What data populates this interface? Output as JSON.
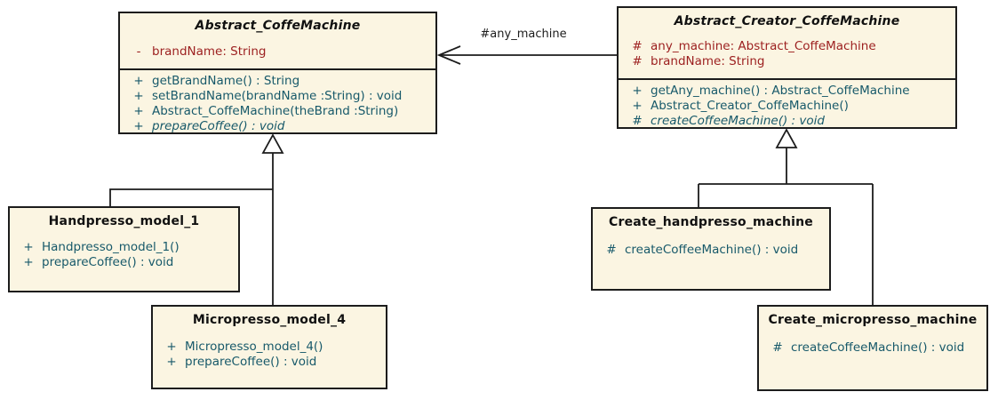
{
  "diagram": {
    "type": "uml-class-diagram",
    "colors": {
      "class_fill": "#FBF5E2",
      "class_border": "#1C1C1C",
      "attribute_text": "#9C1F1F",
      "method_text": "#17596A",
      "title_text": "#111111",
      "connector": "#1C1C1C"
    }
  },
  "classes": [
    {
      "name": "Abstract_CoffeMachine",
      "abstract": true,
      "attributes": [
        {
          "vis": "-",
          "text": "brandName: String"
        }
      ],
      "methods": [
        {
          "vis": "+",
          "text": "getBrandName() : String"
        },
        {
          "vis": "+",
          "text": "setBrandName(brandName :String) : void"
        },
        {
          "vis": "+",
          "text": "Abstract_CoffeMachine(theBrand :String)"
        },
        {
          "vis": "+",
          "text": "prepareCoffee() : void",
          "abstract": true
        }
      ]
    },
    {
      "name": "Abstract_Creator_CoffeMachine",
      "abstract": true,
      "attributes": [
        {
          "vis": "#",
          "text": "any_machine: Abstract_CoffeMachine"
        },
        {
          "vis": "#",
          "text": "brandName: String"
        }
      ],
      "methods": [
        {
          "vis": "+",
          "text": "getAny_machine() : Abstract_CoffeMachine"
        },
        {
          "vis": "+",
          "text": "Abstract_Creator_CoffeMachine()"
        },
        {
          "vis": "#",
          "text": "createCoffeeMachine() : void",
          "abstract": true
        }
      ]
    },
    {
      "name": "Handpresso_model_1",
      "abstract": false,
      "attributes": [],
      "methods": [
        {
          "vis": "+",
          "text": "Handpresso_model_1()"
        },
        {
          "vis": "+",
          "text": "prepareCoffee() : void"
        }
      ]
    },
    {
      "name": "Micropresso_model_4",
      "abstract": false,
      "attributes": [],
      "methods": [
        {
          "vis": "+",
          "text": "Micropresso_model_4()"
        },
        {
          "vis": "+",
          "text": "prepareCoffee() : void"
        }
      ]
    },
    {
      "name": "Create_handpresso_machine",
      "abstract": false,
      "attributes": [],
      "methods": [
        {
          "vis": "#",
          "text": "createCoffeeMachine() : void"
        }
      ]
    },
    {
      "name": "Create_micropresso_machine",
      "abstract": false,
      "attributes": [],
      "methods": [
        {
          "vis": "#",
          "text": "createCoffeeMachine() : void"
        }
      ]
    }
  ],
  "relations": {
    "association_label": "#any_machine",
    "edges": [
      {
        "type": "association",
        "from": "Abstract_Creator_CoffeMachine",
        "to": "Abstract_CoffeMachine",
        "label": "#any_machine"
      },
      {
        "type": "generalization",
        "from": "Handpresso_model_1",
        "to": "Abstract_CoffeMachine"
      },
      {
        "type": "generalization",
        "from": "Micropresso_model_4",
        "to": "Abstract_CoffeMachine"
      },
      {
        "type": "generalization",
        "from": "Create_handpresso_machine",
        "to": "Abstract_Creator_CoffeMachine"
      },
      {
        "type": "generalization",
        "from": "Create_micropresso_machine",
        "to": "Abstract_Creator_CoffeMachine"
      }
    ]
  }
}
